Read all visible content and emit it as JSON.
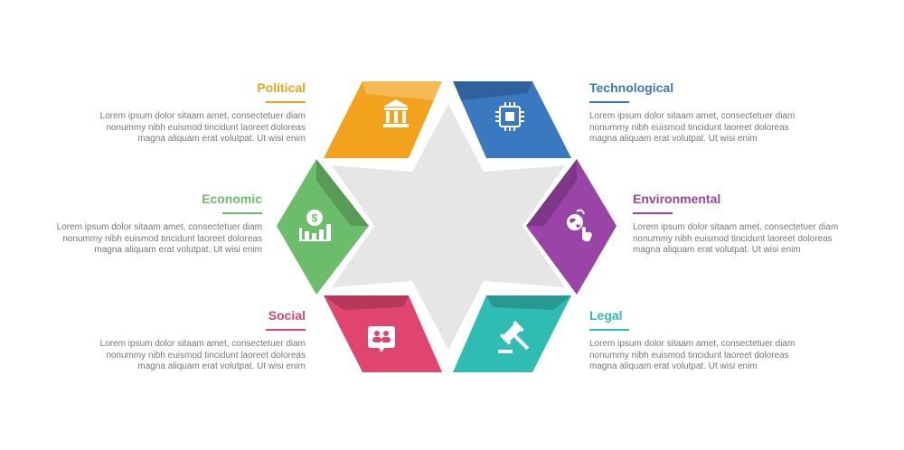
{
  "diagram": {
    "center_shape": "six-point-star",
    "segments": [
      {
        "id": "political",
        "title": "Political",
        "color": "#f2a21d",
        "color_dark": "#d98a0f",
        "icon": "bank-building-icon",
        "desc": "Lorem ipsum dolor sitaam amet, consectetuer diam\nnonummy  nibh euismod tincidunt laoreet doloreas\nmagna aliquam erat volutpat. Ut wisi enim"
      },
      {
        "id": "technological",
        "title": "Technological",
        "color": "#3a78c0",
        "color_dark": "#2d64a6",
        "icon": "microchip-icon",
        "desc": "Lorem ipsum dolor sitaam amet, consectetuer diam\nnonummy  nibh euismod tincidunt laoreet doloreas\nmagna aliquam erat volutpat. Ut wisi enim"
      },
      {
        "id": "economic",
        "title": "Economic",
        "color": "#6bbd6b",
        "color_dark": "#55a856",
        "icon": "dollar-growth-chart-icon",
        "desc": "Lorem ipsum dolor sitaam amet, consectetuer diam\nnonummy  nibh euismod tincidunt laoreet doloreas\nmagna aliquam erat volutpat. Ut wisi enim"
      },
      {
        "id": "environmental",
        "title": "Environmental",
        "color": "#9a44a8",
        "color_dark": "#823591",
        "icon": "globe-hand-icon",
        "desc": "Lorem ipsum dolor sitaam amet, consectetuer diam\nnonummy  nibh euismod tincidunt laoreet doloreas\nmagna aliquam erat volutpat. Ut wisi enim"
      },
      {
        "id": "social",
        "title": "Social",
        "color": "#e0456f",
        "color_dark": "#c7325b",
        "icon": "chat-people-icon",
        "desc": "Lorem ipsum dolor sitaam amet, consectetuer diam\nnonummy  nibh euismod tincidunt laoreet doloreas\nmagna aliquam erat volutpat. Ut wisi enim"
      },
      {
        "id": "legal",
        "title": "Legal",
        "color": "#2fbcb2",
        "color_dark": "#22a399",
        "icon": "gavel-icon",
        "desc": "Lorem ipsum dolor sitaam amet, consectetuer diam\nnonummy  nibh euismod tincidunt laoreet doloreas\nmagna aliquam erat volutpat. Ut wisi enim"
      }
    ]
  },
  "stock_id": "851090985"
}
